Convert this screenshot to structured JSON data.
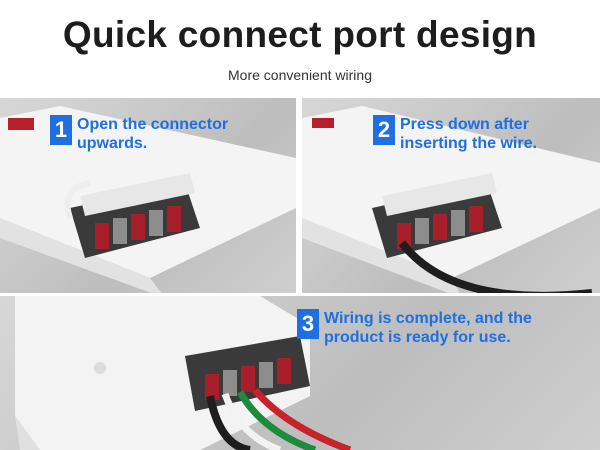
{
  "header": {
    "title": "Quick connect port design",
    "subtitle": "More convenient wiring"
  },
  "steps": [
    {
      "number": "1",
      "lines": [
        "Open the connector",
        "upwards."
      ]
    },
    {
      "number": "2",
      "lines": [
        "Press down after",
        "inserting the wire."
      ]
    },
    {
      "number": "3",
      "lines": [
        "Wiring is complete, and the",
        "product is ready for use."
      ]
    }
  ],
  "colors": {
    "step_blue": "#1f6fe0",
    "title_text": "#1d1d1d",
    "wire_black": "#1e1e1e",
    "wire_green": "#1e8a3c",
    "wire_red": "#c8232b",
    "wire_white": "#f2f2f2"
  }
}
